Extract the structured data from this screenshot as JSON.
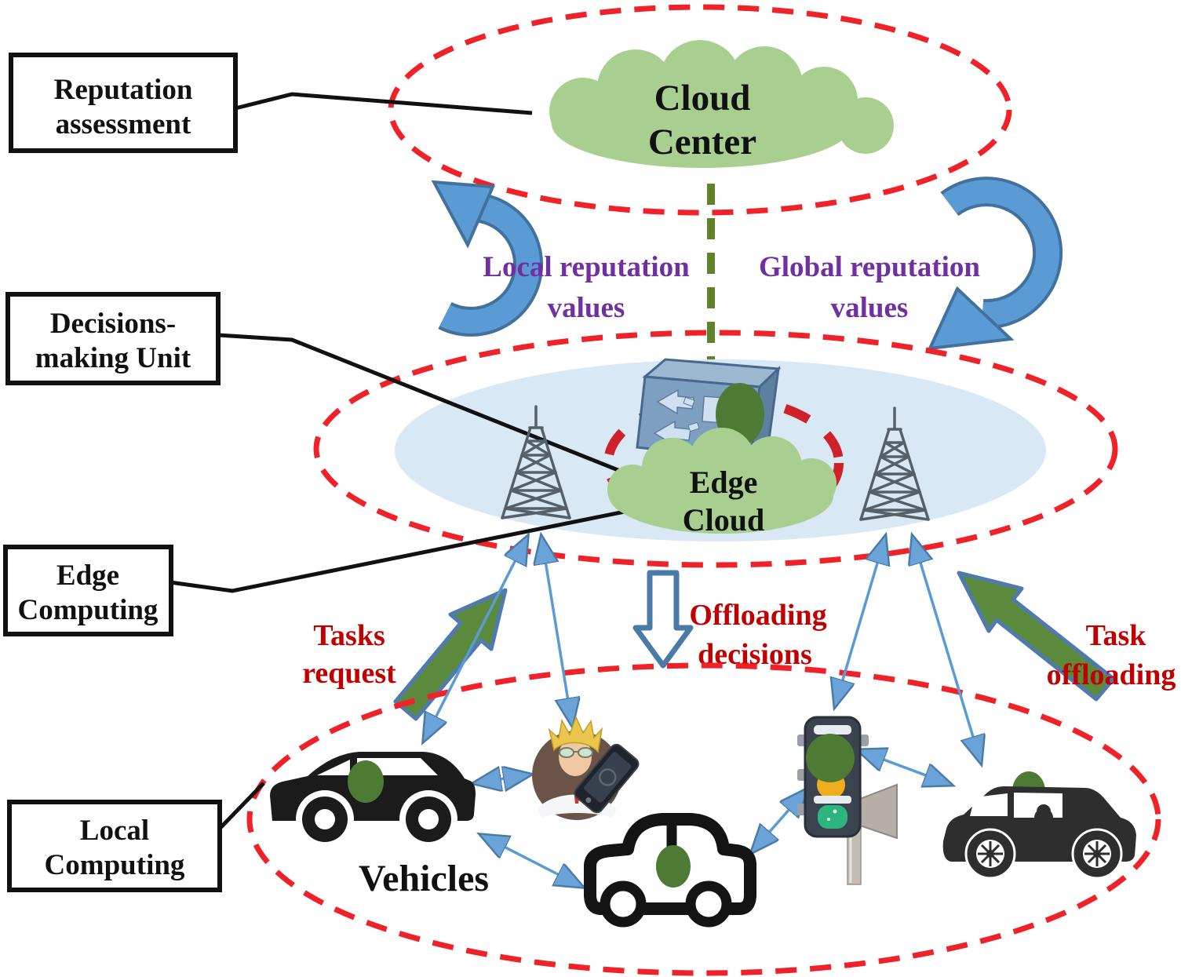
{
  "figure": {
    "description": "Three-layer vehicular edge computing architecture with reputation assessment",
    "layer_count": 3
  },
  "callout_boxes": {
    "reputation_assessment": {
      "line1": "Reputation",
      "line2": "assessment"
    },
    "decisions_making_unit": {
      "line1": "Decisions-",
      "line2": "making Unit"
    },
    "edge_computing": {
      "line1": "Edge",
      "line2": "Computing"
    },
    "local_computing": {
      "line1": "Local",
      "line2": "Computing"
    }
  },
  "nodes": {
    "cloud_center": {
      "line1": "Cloud",
      "line2": "Center"
    },
    "edge_cloud": {
      "line1": "Edge",
      "line2": "Cloud"
    },
    "vehicles": {
      "label": "Vehicles"
    }
  },
  "flow_labels": {
    "local_reputation": {
      "line1": "Local reputation",
      "line2": "values"
    },
    "global_reputation": {
      "line1": "Global reputation",
      "line2": "values"
    },
    "tasks_request": {
      "line1": "Tasks",
      "line2": "request"
    },
    "offloading_decisions": {
      "line1": "Offloading",
      "line2": "decisions"
    },
    "task_offloading": {
      "line1": "Task",
      "line2": "offloading"
    }
  },
  "colors": {
    "layer_ellipse_red": "#ee2228",
    "inner_dashed_red": "#cf2127",
    "green_node_fill": "#a9cf90",
    "reputation_badge_green": "#4e7b34",
    "purple_label": "#7030a0",
    "red_label": "#c00000",
    "thick_arrow_green": "#5c8a3c",
    "curved_arrow_blue": "#5b9bd5",
    "arrow_border_blue": "#41719c",
    "edge_platform_blue": "#d9e8f5",
    "green_dashed_link": "#5f8428",
    "callout_border": "#111111"
  },
  "icons": {
    "cloud": "cloud-icon",
    "router": "router-switch-icon",
    "antenna_left": "antenna-tower-icon",
    "antenna_right": "antenna-tower-icon",
    "suv": "suv-car-icon",
    "person": "person-with-phone-icon",
    "sedan": "sedan-car-outline-icon",
    "traffic_light": "traffic-light-icon",
    "hatchback": "hatchback-car-icon",
    "curved_up": "curved-arrow-up-icon",
    "curved_down": "curved-arrow-down-icon",
    "hollow_down": "hollow-down-arrow-icon",
    "green_up_right": "thick-arrow-up-right-icon",
    "green_up_left": "thick-arrow-up-left-icon"
  }
}
